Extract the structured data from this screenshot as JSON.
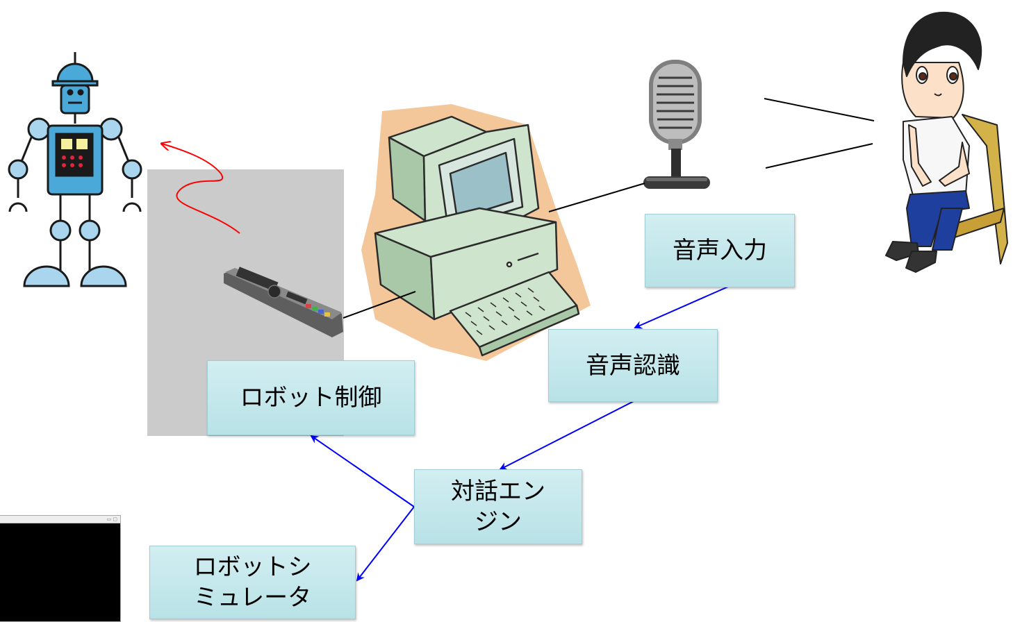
{
  "labels": {
    "voice_input": "音声入力",
    "speech_recognition": "音声認識",
    "robot_control": "ロボット制御",
    "dialog_engine_line1": "対話エン",
    "dialog_engine_line2": "ジン",
    "robot_simulator_line1": "ロボットシ",
    "robot_simulator_line2": "ミュレータ"
  },
  "colors": {
    "box_fill": "#c5e8ec",
    "flow_arrow": "#0000ff",
    "signal_arrow": "#ff0000",
    "connector_line": "#000000",
    "robot_body": "#4aa9d8",
    "robot_limb": "#a9d6ee"
  },
  "icons": [
    "robot-icon",
    "remote-control-icon",
    "computer-icon",
    "microphone-icon",
    "person-icon",
    "simulator-window-icon"
  ]
}
